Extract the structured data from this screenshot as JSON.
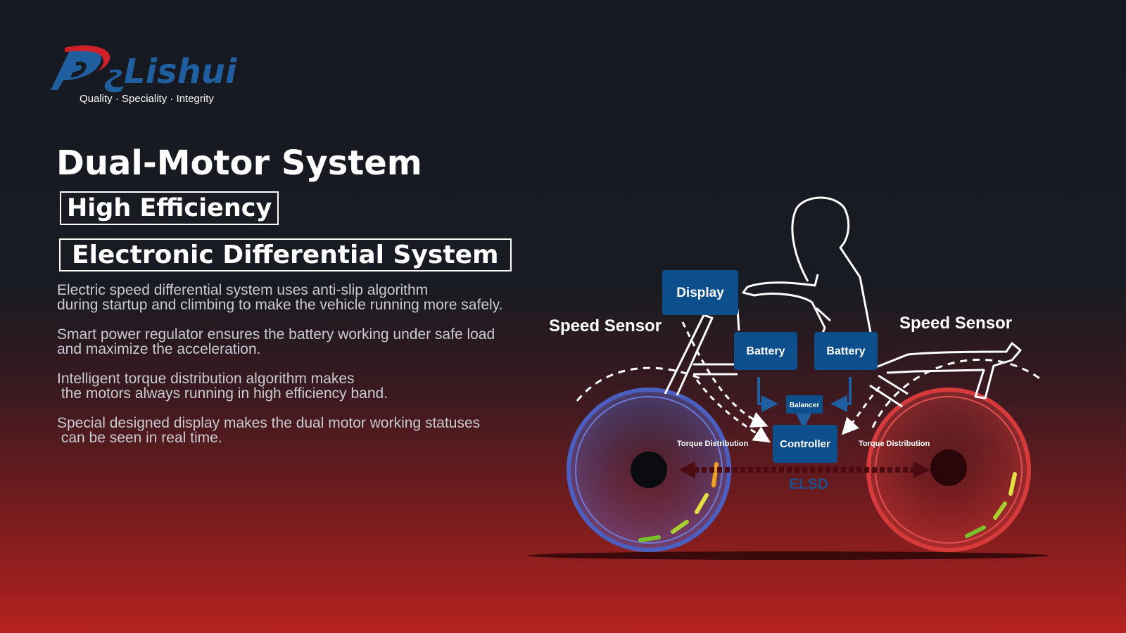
{
  "brand": {
    "name": "Lishui",
    "tagline": "Quality · Speciality · Integrity"
  },
  "title": "Dual-Motor System",
  "badges": [
    "High Efficiency",
    "Electronic Differential System"
  ],
  "paragraphs": [
    "Electric speed differential system uses anti-slip algorithm\nduring startup and climbing to make the vehicle running more safely.",
    "Smart power regulator ensures the battery working under safe load\nand maximize the acceleration.",
    "Intelligent torque distribution algorithm makes\n the motors always running in high efficiency band.",
    "Special designed display makes the dual motor working statuses\n can be seen in real time."
  ],
  "diagram": {
    "nodes": {
      "display": "Display",
      "battery_left": "Battery",
      "battery_right": "Battery",
      "balancer": "Balancer",
      "controller": "Controller"
    },
    "labels": {
      "speed_sensor_left": "Speed Sensor",
      "speed_sensor_right": "Speed Sensor",
      "torque_left": "Torque Distribution",
      "torque_right": "Torque Distribution",
      "elsd": "ELSD"
    },
    "colors": {
      "box": "#0d4e8d",
      "front_wheel": "#4a5fc0",
      "rear_wheel": "#d63a3a",
      "elsd": "#1c4f8c",
      "brand_blue": "#1f5fa0",
      "brand_red": "#d0202a"
    }
  }
}
